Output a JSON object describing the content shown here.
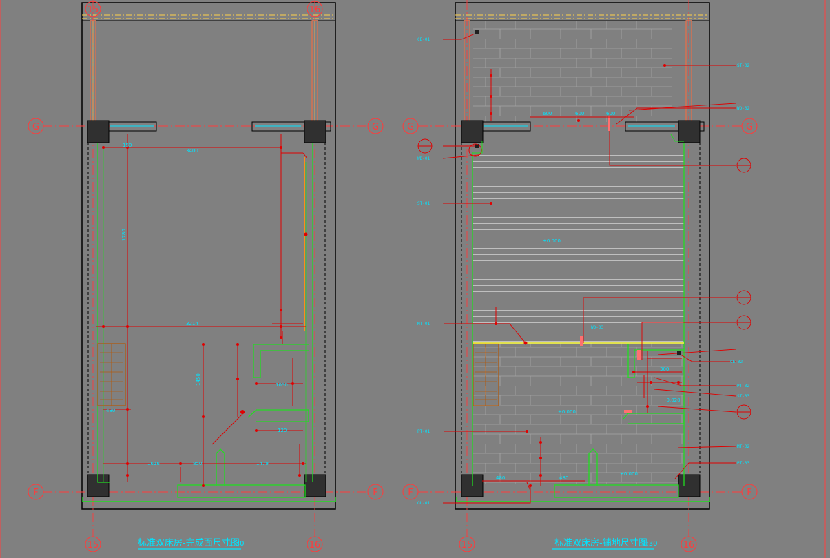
{
  "drawing": {
    "background": "#808080",
    "colors": {
      "axis": "#ff3b3b",
      "wall": "#000000",
      "finish": "#22dd22",
      "dimension": "#e00000",
      "text": "#00e5ff",
      "column": "#303030",
      "timber": "#b05a10",
      "highlight": "#ffff40",
      "hatch": "#a6a6a6"
    },
    "plans": [
      {
        "id": "finish-dimension-plan",
        "title": "标准双床房-完成面尺寸图",
        "scale": "1:30",
        "axis_labels": {
          "left_grid": "15",
          "right_grid": "16",
          "upper_row": "G",
          "lower_row": "F"
        },
        "dimensions": [
          "3400",
          "3214",
          "1616",
          "1479",
          "1050",
          "480",
          "120",
          "150",
          "850",
          "1450",
          "1780"
        ]
      },
      {
        "id": "flooring-dimension-plan",
        "title": "标准双床房-铺地尺寸图",
        "scale": "1:30",
        "axis_labels": {
          "left_grid": "15",
          "right_grid": "16",
          "upper_row": "G",
          "lower_row": "F"
        },
        "dimensions": [
          "600",
          "600",
          "600",
          "480",
          "480",
          "300"
        ],
        "level_marks": [
          "±0.000",
          "±0.000",
          "-0.020",
          "±0.000"
        ],
        "tags": [
          "CE-01",
          "WD-01",
          "ST-01",
          "MT-01",
          "PT-01",
          "GL-01",
          "ST-02",
          "WD-02",
          "CE-02",
          "PT-02",
          "ST-03",
          "MT-02",
          "WD-03",
          "PT-03"
        ]
      }
    ]
  }
}
